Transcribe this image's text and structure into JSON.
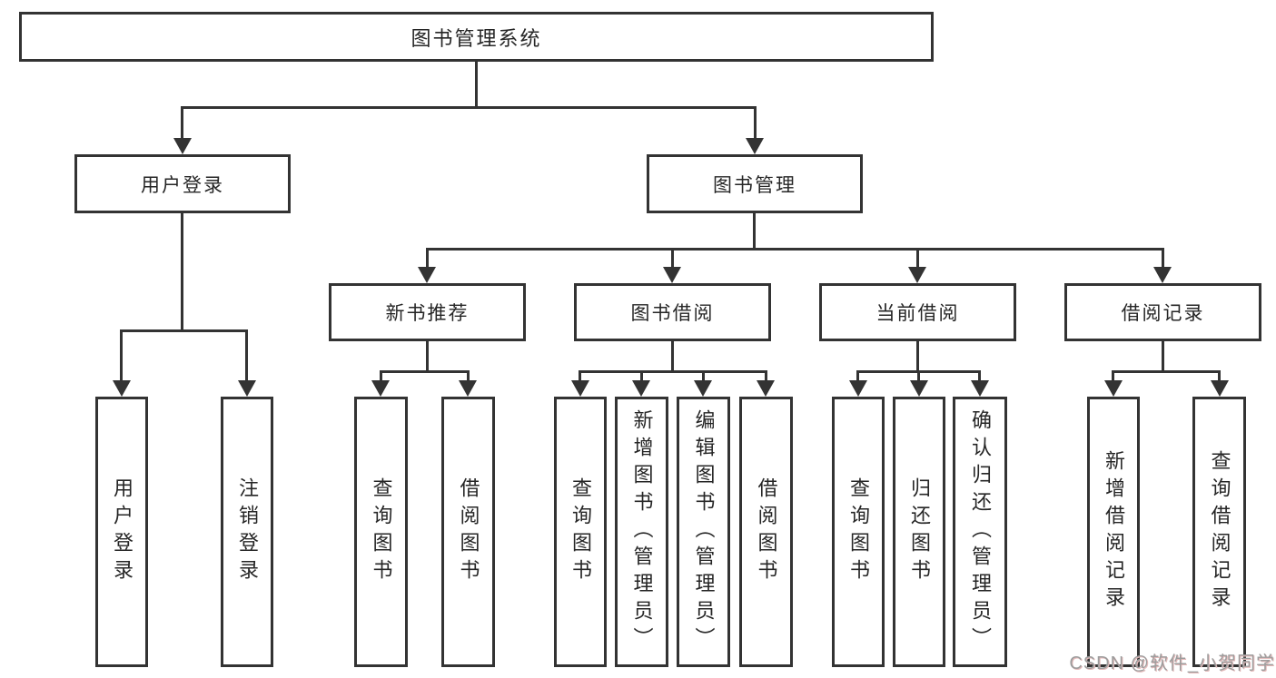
{
  "tree": {
    "root": "图书管理系统",
    "level2": {
      "user_login": "用户登录",
      "book_management": "图书管理"
    },
    "level3": {
      "new_book_recommend": "新书推荐",
      "book_borrowing": "图书借阅",
      "current_borrowing": "当前借阅",
      "borrowing_records": "借阅记录"
    },
    "leaves": {
      "user_login": "用户登录",
      "logout_login": "注销登录",
      "nbr_query_books": "查询图书",
      "nbr_borrow_books": "借阅图书",
      "bb_query_books": "查询图书",
      "bb_add_books": "新增图书（管理员）",
      "bb_edit_books": "编辑图书（管理员）",
      "bb_borrow_books": "借阅图书",
      "cb_query_books": "查询图书",
      "cb_return_books": "归还图书",
      "cb_confirm_return": "确认归还（管理员）",
      "br_add_records": "新增借阅记录",
      "br_query_records": "查询借阅记录"
    }
  },
  "watermark": "CSDN @软件_小贺同学",
  "colors": {
    "line": "#333333",
    "text": "#262626",
    "background": "#ffffff",
    "watermark_gray": "#9d9d9d",
    "watermark_red": "#e3b9b9"
  }
}
